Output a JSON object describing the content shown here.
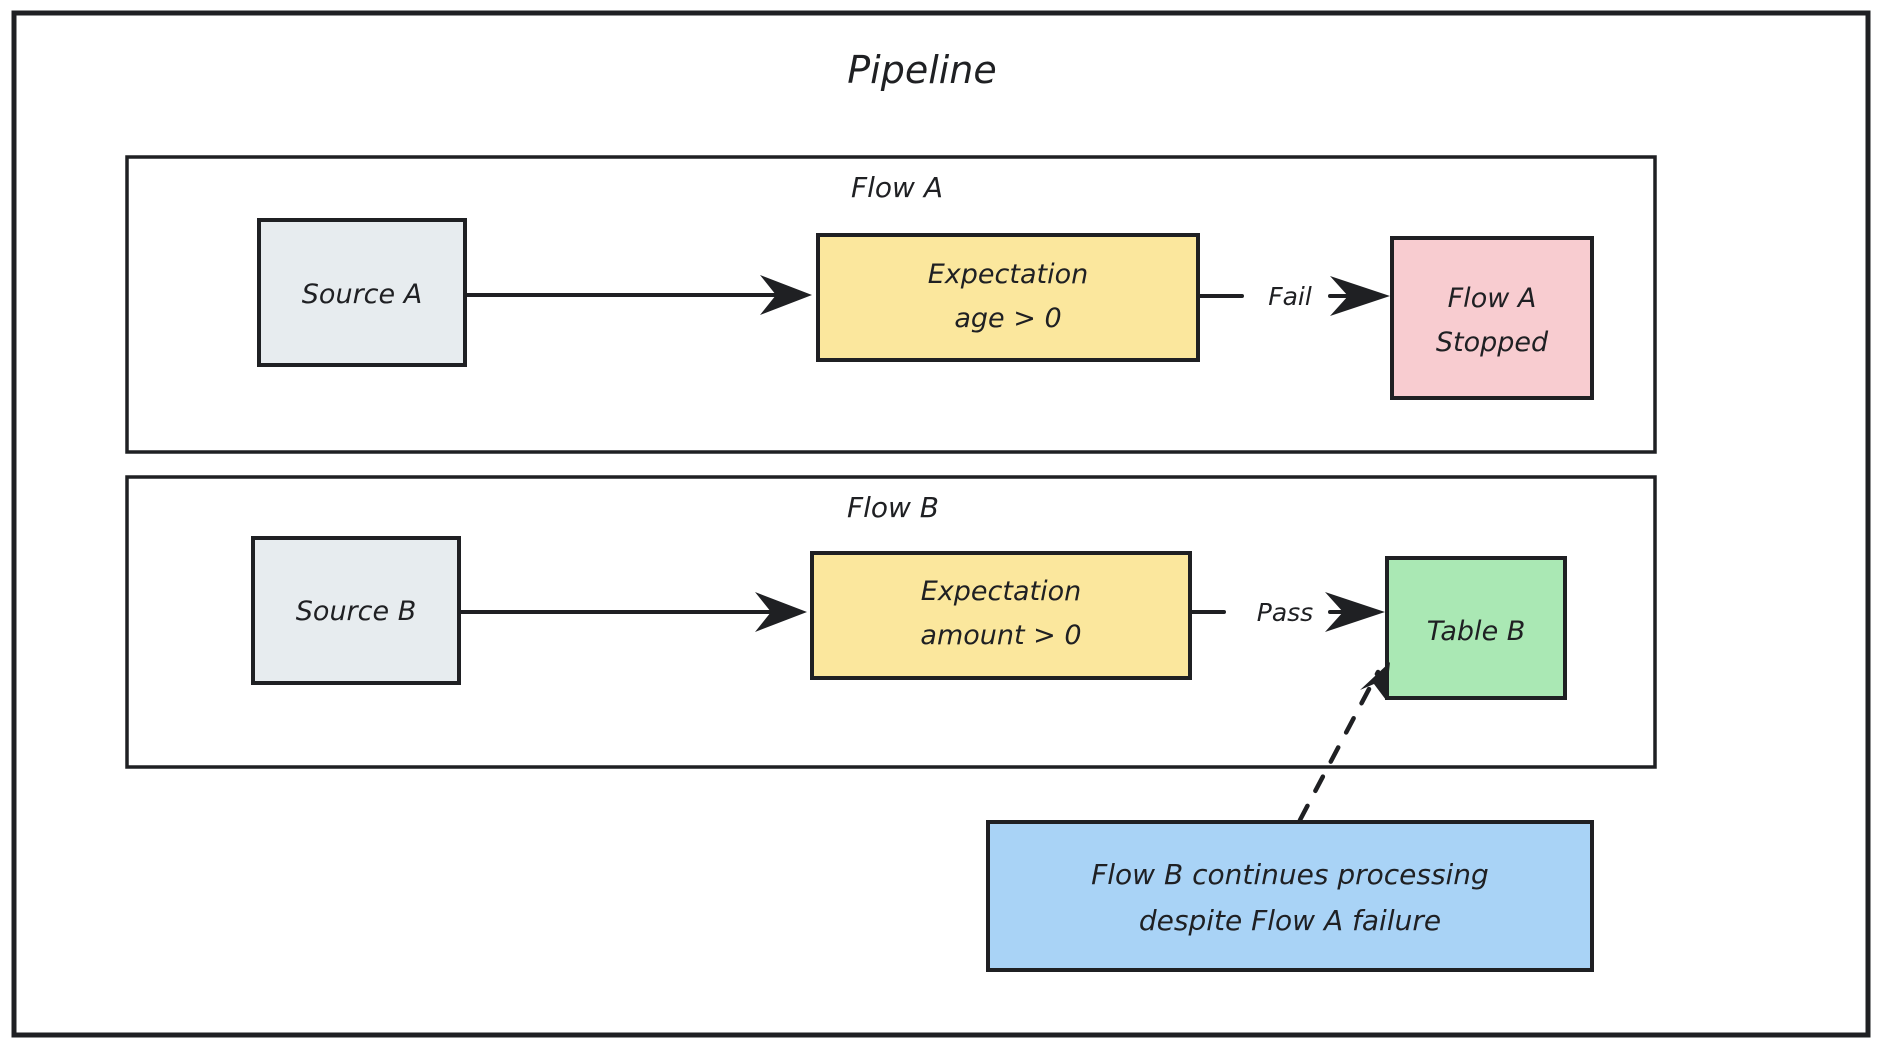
{
  "diagram": {
    "title": "Pipeline",
    "type": "flowchart",
    "style": "hand-drawn sketch",
    "colors": {
      "stroke": "#1f2023",
      "source_fill": "#e7ecef",
      "expectation_fill": "#fbe79d",
      "stopped_fill": "#f8ccd0",
      "table_fill": "#aae8b4",
      "note_fill": "#a9d3f6",
      "background": "#ffffff"
    },
    "groups": [
      {
        "id": "flow-a",
        "label": "Flow A",
        "nodes": [
          {
            "id": "source-a",
            "label": "Source A",
            "shape": "rect",
            "fill": "source_fill"
          },
          {
            "id": "expectation-a",
            "label": "Expectation\nage > 0",
            "line1": "Expectation",
            "line2": "age > 0",
            "shape": "rect",
            "fill": "expectation_fill"
          },
          {
            "id": "flow-a-stopped",
            "label": "Flow A\nStopped",
            "line1": "Flow A",
            "line2": "Stopped",
            "shape": "rect",
            "fill": "stopped_fill"
          }
        ],
        "edges": [
          {
            "from": "source-a",
            "to": "expectation-a",
            "label": "",
            "style": "solid"
          },
          {
            "from": "expectation-a",
            "to": "flow-a-stopped",
            "label": "Fail",
            "style": "solid"
          }
        ]
      },
      {
        "id": "flow-b",
        "label": "Flow B",
        "nodes": [
          {
            "id": "source-b",
            "label": "Source B",
            "shape": "rect",
            "fill": "source_fill"
          },
          {
            "id": "expectation-b",
            "label": "Expectation\namount > 0",
            "line1": "Expectation",
            "line2": "amount > 0",
            "shape": "rect",
            "fill": "expectation_fill"
          },
          {
            "id": "table-b",
            "label": "Table B",
            "shape": "rect",
            "fill": "table_fill"
          }
        ],
        "edges": [
          {
            "from": "source-b",
            "to": "expectation-b",
            "label": "",
            "style": "solid"
          },
          {
            "from": "expectation-b",
            "to": "table-b",
            "label": "Pass",
            "style": "solid"
          }
        ]
      }
    ],
    "notes": [
      {
        "id": "note-flow-b",
        "line1": "Flow B continues processing",
        "line2": "despite Flow A failure",
        "fill": "note_fill",
        "connects_to": "table-b",
        "style": "dashed"
      }
    ]
  }
}
